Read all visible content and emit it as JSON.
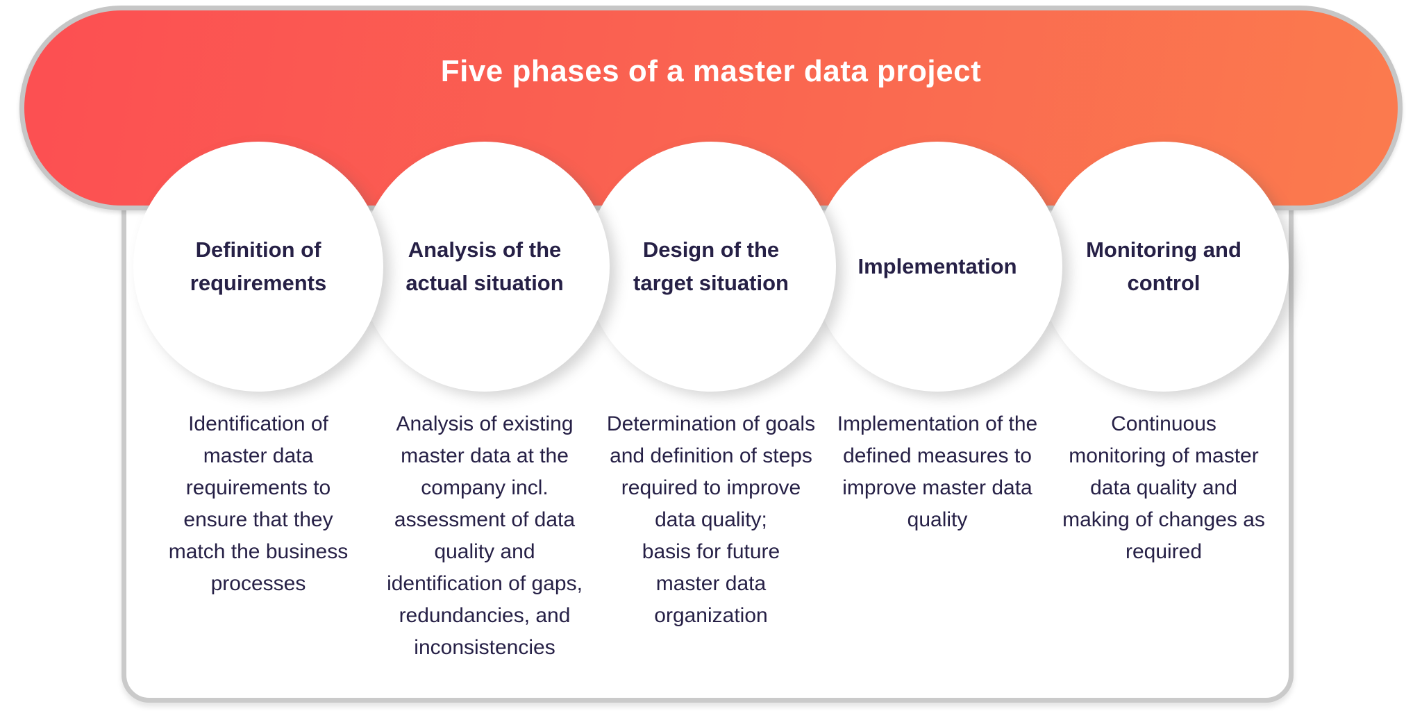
{
  "title": "Five phases of a master data project",
  "phases": [
    {
      "label": "Definition of\nrequirements",
      "description": "Identification of\nmaster data\nrequirements to\nensure that they\nmatch the business\nprocesses"
    },
    {
      "label": "Analysis of the\nactual situation",
      "description": "Analysis of existing\nmaster data at the\ncompany incl.\nassessment of data\nquality and\nidentification of gaps,\nredundancies, and\ninconsistencies"
    },
    {
      "label": "Design of the\ntarget situation",
      "description": "Determination of goals\nand definition of steps\nrequired to improve\ndata quality;\nbasis for future\nmaster data\norganization"
    },
    {
      "label": "Implementation",
      "description": "Implementation of the\ndefined measures to\nimprove master data\nquality"
    },
    {
      "label": "Monitoring and\ncontrol",
      "description": "Continuous\nmonitoring of master\ndata quality and\nmaking of changes as\nrequired"
    }
  ],
  "colors": {
    "banner_gradient_start": "#fc4f52",
    "banner_gradient_mid": "#fa6251",
    "banner_gradient_end": "#fb7b4e",
    "banner_border": "#c6c6c6",
    "card_border": "#cacaca",
    "text_dark": "#262046",
    "title_text": "#ffffff",
    "circle_fill": "#ffffff",
    "card_fill": "#ffffff"
  }
}
